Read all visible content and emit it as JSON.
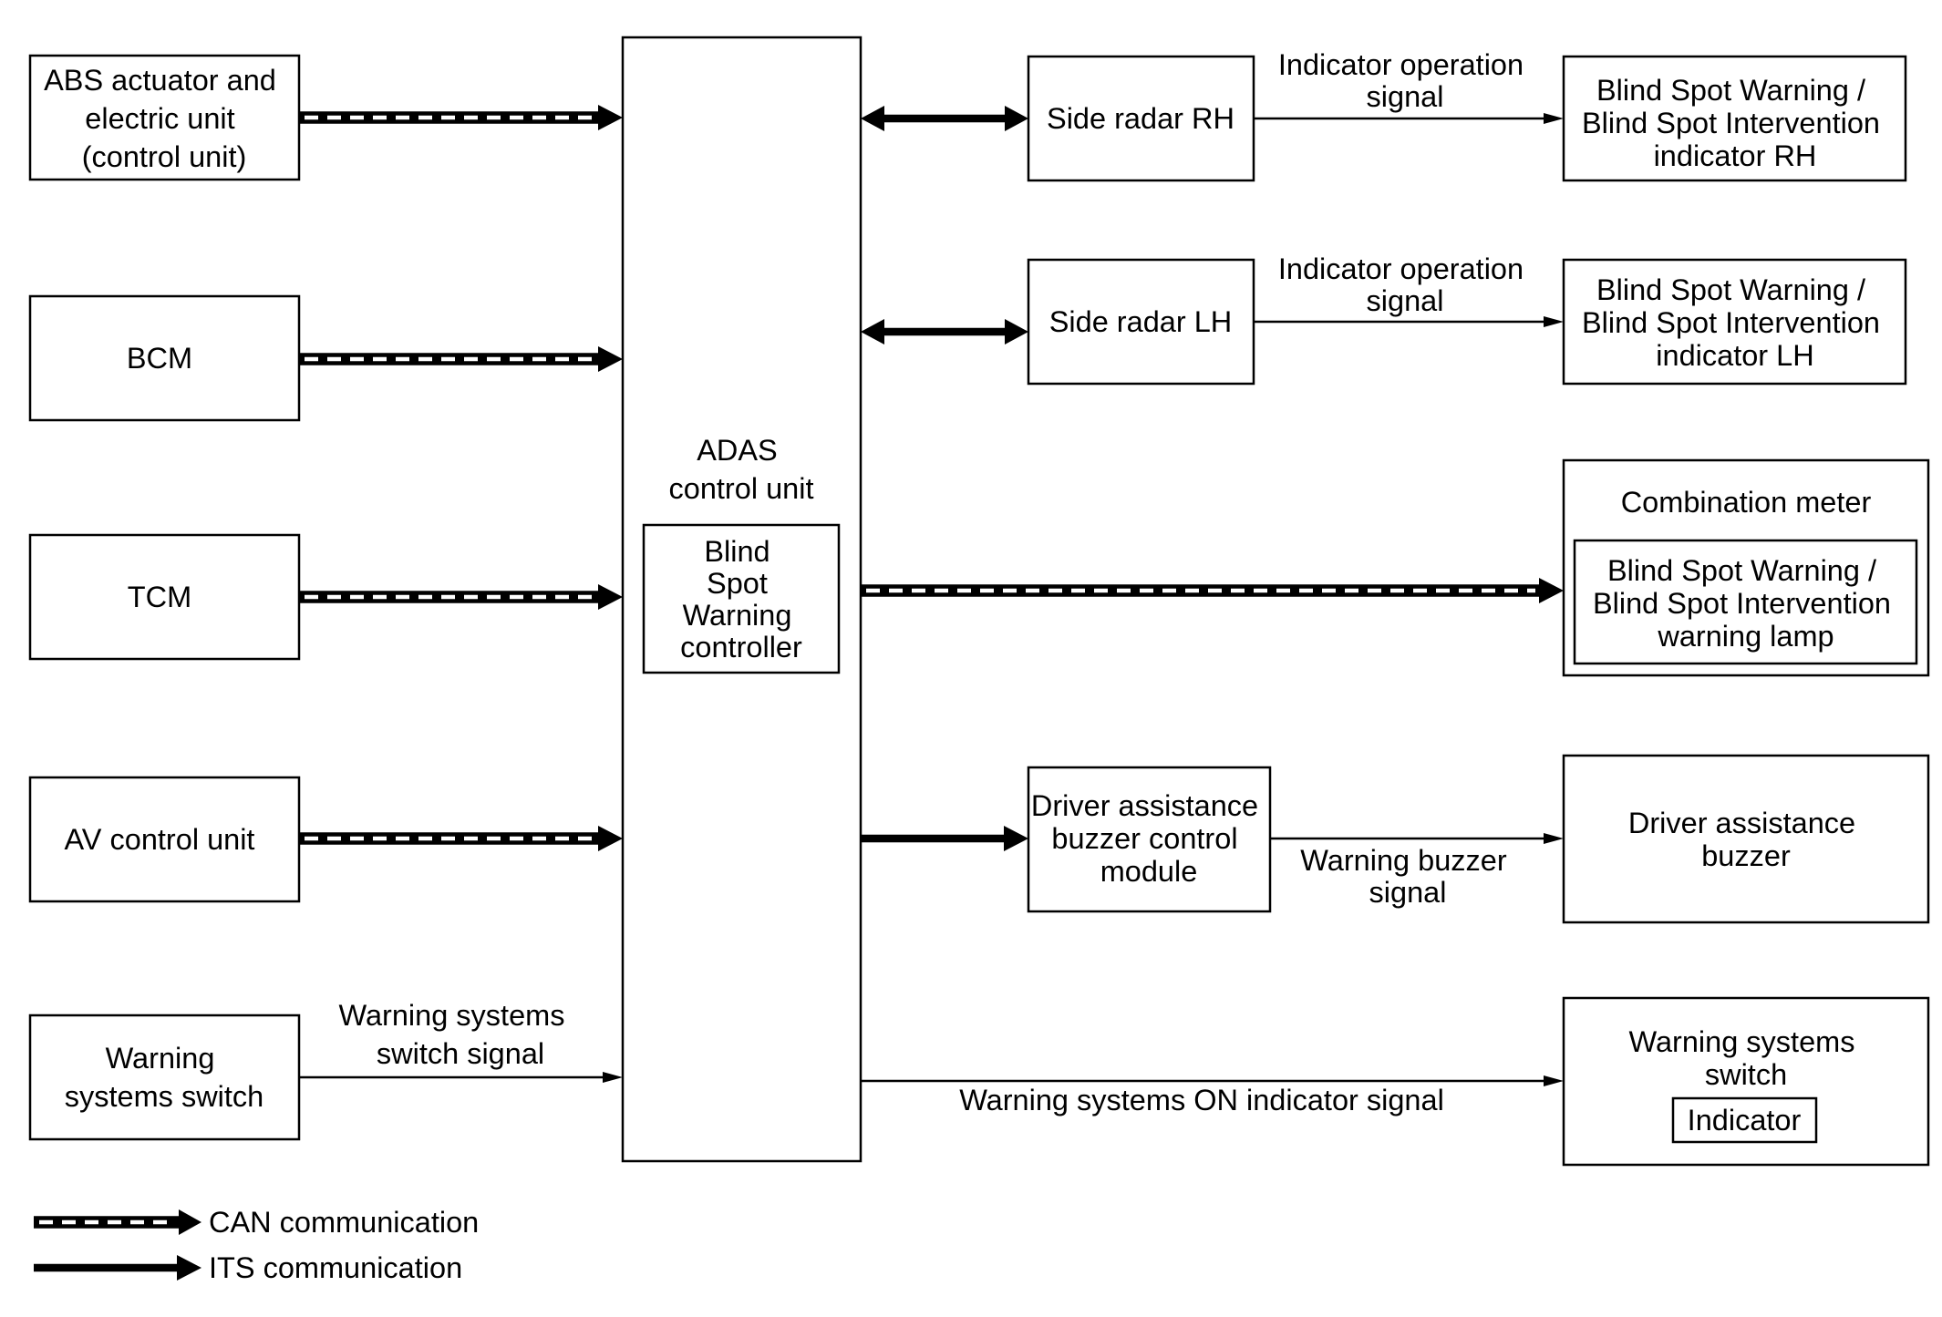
{
  "colors": {
    "line": "#000000",
    "background": "#ffffff"
  },
  "inputs": {
    "abs": [
      "ABS actuator and",
      "electric unit",
      "(control unit)"
    ],
    "bcm": [
      "BCM"
    ],
    "tcm": [
      "TCM"
    ],
    "av": [
      "AV control unit"
    ],
    "switch": [
      "Warning",
      "systems switch"
    ]
  },
  "adas": {
    "title": [
      "ADAS",
      "control unit"
    ],
    "controller": [
      "Blind",
      "Spot",
      "Warning",
      "controller"
    ]
  },
  "outputs": {
    "radar_rh": [
      "Side radar RH"
    ],
    "radar_lh": [
      "Side radar LH"
    ],
    "indicator_rh": [
      "Blind Spot Warning /",
      "Blind Spot Intervention",
      "indicator RH"
    ],
    "indicator_lh": [
      "Blind Spot Warning /",
      "Blind Spot Intervention",
      "indicator LH"
    ],
    "combination_meter": {
      "title": [
        "Combination meter"
      ],
      "lamp": [
        "Blind Spot Warning /",
        "Blind Spot Intervention",
        "warning lamp"
      ]
    },
    "buzzer_module": [
      "Driver assistance",
      "buzzer control",
      "module"
    ],
    "buzzer": [
      "Driver assistance",
      "buzzer"
    ],
    "switch_out": {
      "title": [
        "Warning systems",
        "switch"
      ],
      "indicator": [
        "Indicator"
      ]
    }
  },
  "signals": {
    "indicator_operation_rh": [
      "Indicator operation",
      "signal"
    ],
    "indicator_operation_lh": [
      "Indicator operation",
      "signal"
    ],
    "warning_buzzer": [
      "Warning buzzer",
      "signal"
    ],
    "switch_signal": [
      "Warning systems",
      "switch signal"
    ],
    "on_indicator": [
      "Warning systems ON indicator signal"
    ]
  },
  "legend": {
    "can": "CAN communication",
    "its": "ITS communication"
  }
}
